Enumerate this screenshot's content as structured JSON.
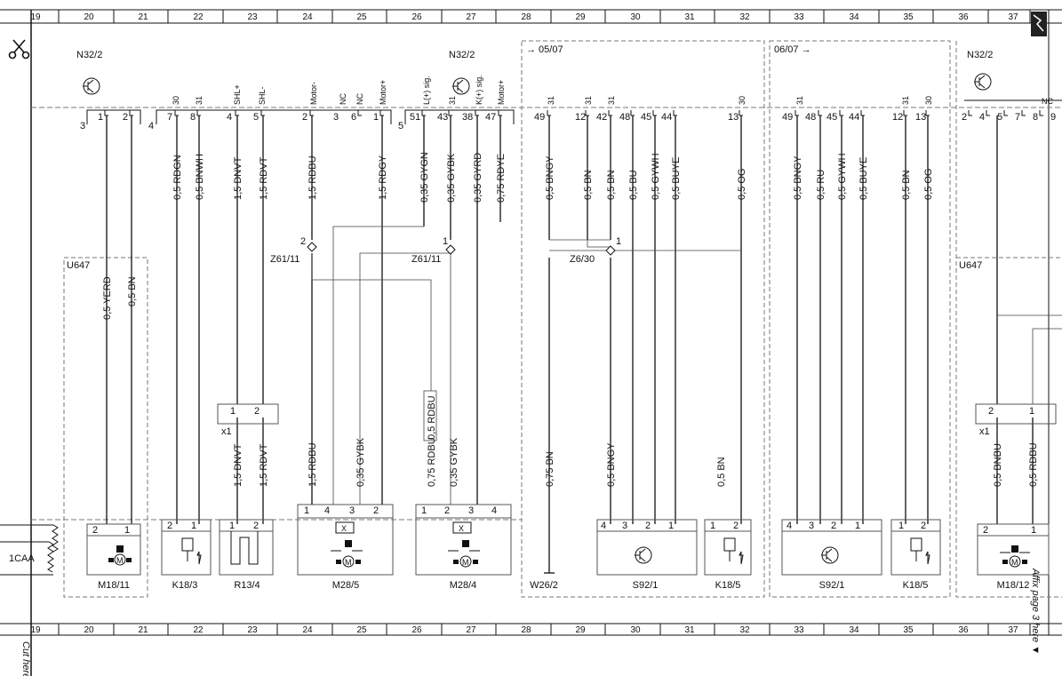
{
  "ruler": {
    "numbers": [
      "19",
      "20",
      "21",
      "22",
      "23",
      "24",
      "25",
      "26",
      "27",
      "28",
      "29",
      "30",
      "31",
      "32",
      "33",
      "34",
      "35",
      "36",
      "37"
    ]
  },
  "side": {
    "cut_here": "Cut here",
    "affix_note": "Affix page 3 here ▼",
    "left_code": "1CAA"
  },
  "regions": {
    "ref_left": "→ 05/07",
    "ref_right": "06/07  →",
    "ecu_left": "U647",
    "ecu_right": "U647"
  },
  "modules": {
    "m1": "N32/2",
    "m2": "N32/2",
    "m3": "N32/2"
  },
  "pin_names": {
    "a": "30",
    "b": "31",
    "c": "SHL+",
    "d": "SHL-",
    "e": "Motor-",
    "f": "NC",
    "g": "NC",
    "h": "Motor+",
    "i": "L(+) sig.",
    "j": "31",
    "k": "K(+) sig.",
    "l": "Motor+",
    "m": "31",
    "n": "31",
    "o": "31",
    "p": "30",
    "q": "31",
    "r": "31",
    "s": "30",
    "t": "NC"
  },
  "pins": {
    "p1": "1",
    "p2": "2",
    "p3": "3",
    "p4": "4",
    "p5": "7",
    "p6": "8",
    "p7": "4",
    "p8": "5",
    "p9": "2",
    "p10": "3",
    "p11": "6",
    "p12": "1",
    "p13": "5",
    "p14": "51",
    "p15": "43",
    "p16": "38",
    "p17": "47",
    "p18": "49",
    "p19": "12",
    "p20": "42",
    "p21": "48",
    "p22": "45",
    "p23": "44",
    "p24": "13",
    "p25": "49",
    "p26": "48",
    "p27": "45",
    "p28": "44",
    "p29": "12",
    "p30": "13",
    "p31": "2",
    "p32": "4",
    "p33": "5",
    "p34": "7",
    "p35": "8",
    "p36": "9"
  },
  "wires_top": {
    "w1": "0,5 YERD",
    "w2": "0,5 BN",
    "w3": "0,5 RDGN",
    "w4": "0,5 BNWH",
    "w5": "1,5 DNVT",
    "w6": "1,5 RDVT",
    "w7": "1,5 RDBU",
    "w8": "1,5 RDGY",
    "w9": "0,35 GYGN",
    "w10": "0,35 GYBK",
    "w11": "0,35 GYRD",
    "w12": "0,75 RDYE",
    "w13": "0,5 BNGY",
    "w14": "0,5 BN",
    "w15": "0,5 BN",
    "w16": "0,5 BU",
    "w17": "0,5 GYWH",
    "w18": "0,5 BUYE",
    "w19": "0,5 OG",
    "w20": "0,5 BNGY",
    "w21": "0,5 RU",
    "w22": "0,5 GYWH",
    "w23": "0,5 BUYE",
    "w24": "0,5 BN",
    "w25": "0,5 OG"
  },
  "wires_bottom": {
    "b1": "1,5 DNVT",
    "b2": "1,5 RDVT",
    "b3": "1,5 RDBU",
    "b4": "0,35 GYBK",
    "b5": "0,75 RDBU",
    "b6": "0,35 GYBK",
    "b7": "0,75 BN",
    "b8": "0,5 BNGY",
    "b9": "0,5 BN",
    "b10": "0,5 BNBU",
    "b11": "0,5 RDBU",
    "b12": "0,5 RDBU"
  },
  "splices": {
    "s1": "Z61/11",
    "s1n": "2",
    "s2": "Z61/11",
    "s2n": "1",
    "s3": "Z6/30",
    "s3n": "1"
  },
  "connectors": {
    "x1a": "x1",
    "x1b": "x1",
    "x1a_p1": "1",
    "x1a_p2": "2",
    "x1b_p1": "2",
    "x1b_p2": "1"
  },
  "components": {
    "c1": "M18/11",
    "c2": "K18/3",
    "c3": "R13/4",
    "c4": "M28/5",
    "c5": "M28/4",
    "c6": "W26/2",
    "c7": "S92/1",
    "c8": "K18/5",
    "c9": "S92/1",
    "c10": "K18/5",
    "c11": "M18/12"
  },
  "comp_pins": {
    "a1": "2",
    "a2": "1",
    "b1": "2",
    "b2": "1",
    "c1": "1",
    "c2": "2",
    "d1": "1",
    "d2": "4",
    "d3": "3",
    "d4": "2",
    "e1": "1",
    "e2": "2",
    "e3": "3",
    "e4": "4",
    "f1": "4",
    "f2": "3",
    "f3": "2",
    "f4": "1",
    "g1": "1",
    "g2": "2",
    "h1": "4",
    "h2": "3",
    "h3": "2",
    "h4": "1",
    "i1": "1",
    "i2": "2",
    "j1": "2",
    "j2": "1"
  },
  "symbols": {
    "motor": "M",
    "cross": "X"
  }
}
